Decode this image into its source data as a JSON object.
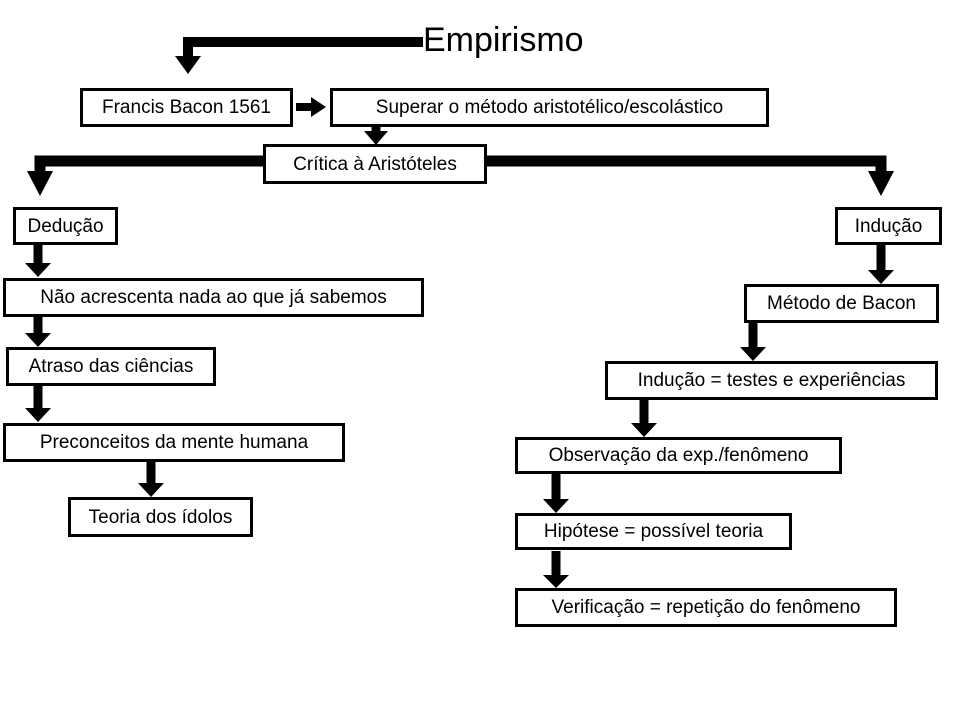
{
  "title": "Empirismo",
  "colors": {
    "ink": "#000000",
    "background": "#ffffff",
    "box_fill": "#ffffff"
  },
  "nodes": {
    "francis_bacon": "Francis Bacon 1561",
    "superar": "Superar o método aristotélico/escolástico",
    "critica": "Crítica à Aristóteles",
    "deducao": "Dedução",
    "inducao": "Indução",
    "nao_acrescenta": "Não acrescenta nada ao que já sabemos",
    "metodo_bacon": "Método de Bacon",
    "atraso": "Atraso das ciências",
    "inducao_testes": "Indução = testes e experiências",
    "preconceitos": "Preconceitos da mente humana",
    "observacao": "Observação da exp./fenômeno",
    "teoria_idolos": "Teoria dos ídolos",
    "hipotese": "Hipótese = possível teoria",
    "verificacao": "Verificação = repetição do fenômeno"
  }
}
